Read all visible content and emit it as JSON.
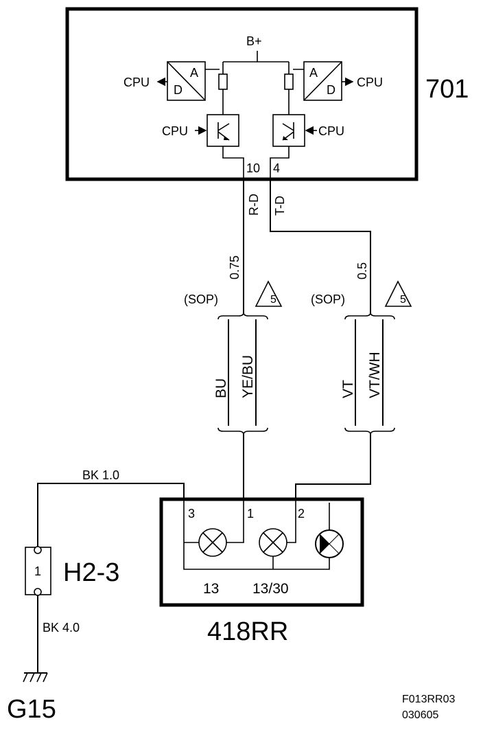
{
  "ecu": {
    "id": "701",
    "supply": "B+",
    "cpu_label": "CPU",
    "adc_a": "A",
    "adc_d": "D",
    "pin_rd": "10",
    "pin_td": "4"
  },
  "wires": {
    "rd_signal": "R-D",
    "td_signal": "T-D",
    "rd_size": "0.75",
    "td_size": "0.5",
    "rd_sop": "(SOP)",
    "td_sop": "(SOP)",
    "rd_note": "5",
    "td_note": "5",
    "rd_color_1": "BU",
    "rd_color_2": "YE/BU",
    "td_color_1": "VT",
    "td_color_2": "VT/WH",
    "ground_wire_upper": "BK  1.0",
    "ground_wire_lower": "BK  4.0"
  },
  "lamp_unit": {
    "id": "418RR",
    "pin_3": "3",
    "pin_1": "1",
    "pin_2": "2",
    "label_13": "13",
    "label_1330": "13/30"
  },
  "connector": {
    "id": "H2-3",
    "pin": "1"
  },
  "ground": {
    "id": "G15"
  },
  "footer": {
    "code": "F013RR03",
    "date": "030605"
  }
}
